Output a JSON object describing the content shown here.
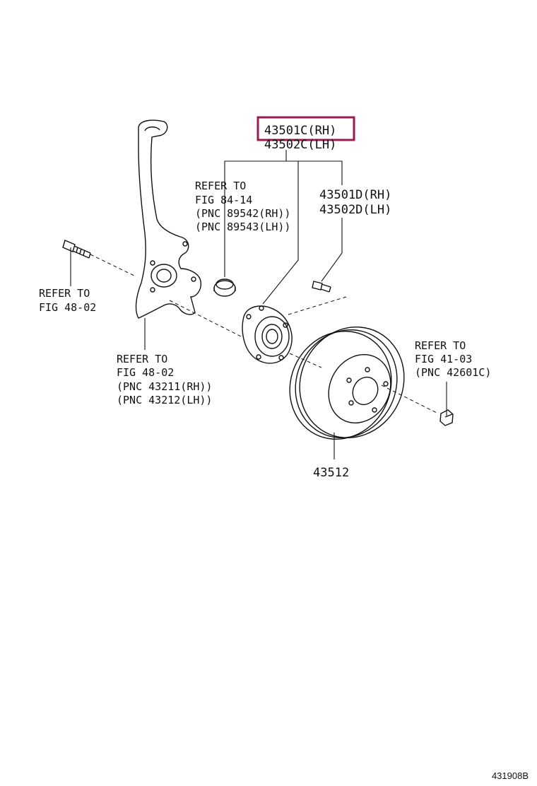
{
  "highlight_color": "#9b1b4e",
  "labels": {
    "hub_rh": "43501C(RH)",
    "hub_lh": "43502C(LH)",
    "bolt_rh": "43501D(RH)",
    "bolt_lh": "43502D(LH)",
    "sensor_ref_1": "REFER TO",
    "sensor_ref_2": "FIG 84-14",
    "sensor_ref_3": "(PNC 89542(RH))",
    "sensor_ref_4": "(PNC 89543(LH))",
    "bolt_ref_1": "REFER TO",
    "bolt_ref_2": "FIG 48-02",
    "knuckle_ref_1": "REFER TO",
    "knuckle_ref_2": "FIG 48-02",
    "knuckle_ref_3": "(PNC 43211(RH))",
    "knuckle_ref_4": "(PNC 43212(LH))",
    "nut_ref_1": "REFER TO",
    "nut_ref_2": "FIG 41-03",
    "nut_ref_3": "(PNC 42601C)",
    "disc": "43512"
  },
  "figure_id": "431908B"
}
